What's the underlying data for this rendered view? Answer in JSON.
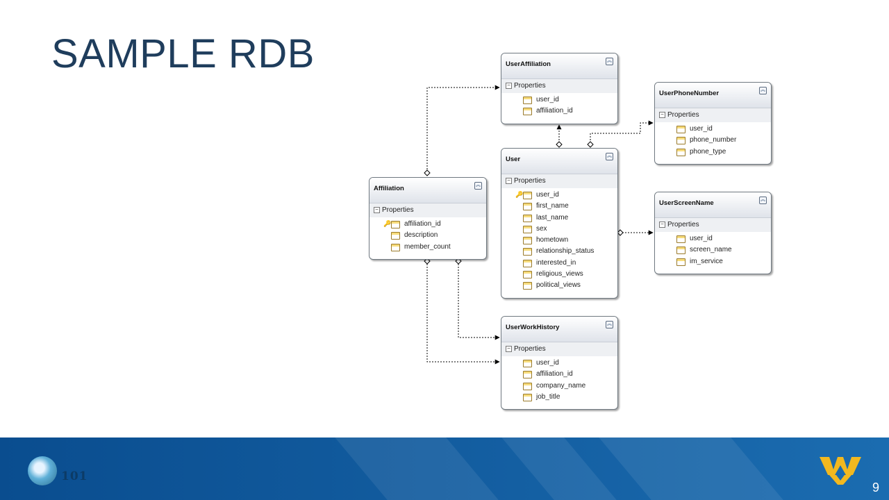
{
  "slide": {
    "title": "SAMPLE RDB",
    "page_number": "9"
  },
  "section_label": "Properties",
  "entities": {
    "user_affiliation": {
      "name": "UserAffiliation",
      "properties": [
        "user_id",
        "affiliation_id"
      ]
    },
    "user_phone_number": {
      "name": "UserPhoneNumber",
      "properties": [
        "user_id",
        "phone_number",
        "phone_type"
      ]
    },
    "affiliation": {
      "name": "Affiliation",
      "properties": [
        "affiliation_id",
        "description",
        "member_count"
      ]
    },
    "user": {
      "name": "User",
      "properties": [
        "user_id",
        "first_name",
        "last_name",
        "sex",
        "hometown",
        "relationship_status",
        "interested_in",
        "religious_views",
        "political_views"
      ]
    },
    "user_screen_name": {
      "name": "UserScreenName",
      "properties": [
        "user_id",
        "screen_name",
        "im_service"
      ]
    },
    "user_work_history": {
      "name": "UserWorkHistory",
      "properties": [
        "user_id",
        "affiliation_id",
        "company_name",
        "job_title"
      ]
    }
  },
  "footer": {
    "logo_text": "101",
    "icons": [
      "seal-logo-icon",
      "wv-logo-icon"
    ]
  },
  "colors": {
    "title": "#1f3d5c",
    "footer": "#0a4d8f",
    "wv_gold": "#f2b81f"
  }
}
